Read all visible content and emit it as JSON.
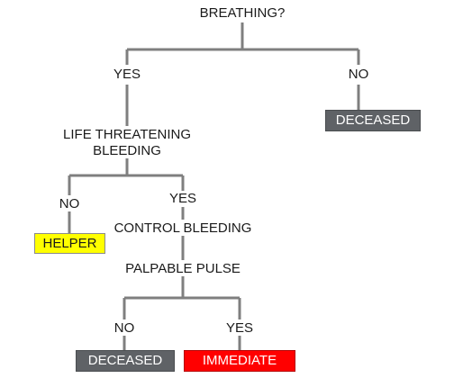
{
  "diagram": {
    "root": {
      "label": "BREATHING?"
    },
    "branch_yes_1": {
      "label": "YES"
    },
    "branch_no_1": {
      "label": "NO"
    },
    "outcome_deceased_1": {
      "label": "DECEASED"
    },
    "question_bleeding": {
      "line1": "LIFE THREATENING",
      "line2": "BLEEDING"
    },
    "branch_no_2": {
      "label": "NO"
    },
    "branch_yes_2": {
      "label": "YES"
    },
    "outcome_helper": {
      "label": "HELPER"
    },
    "step_control_bleeding": {
      "label": "CONTROL BLEEDING"
    },
    "question_pulse": {
      "label": "PALPABLE PULSE"
    },
    "branch_no_3": {
      "label": "NO"
    },
    "branch_yes_3": {
      "label": "YES"
    },
    "outcome_deceased_2": {
      "label": "DECEASED"
    },
    "outcome_immediate": {
      "label": "IMMEDIATE"
    }
  },
  "colors": {
    "connector": "#7f7f7f",
    "deceased_box": "#5f6266",
    "helper_box": "#ffff00",
    "immediate_box": "#ff0000"
  }
}
